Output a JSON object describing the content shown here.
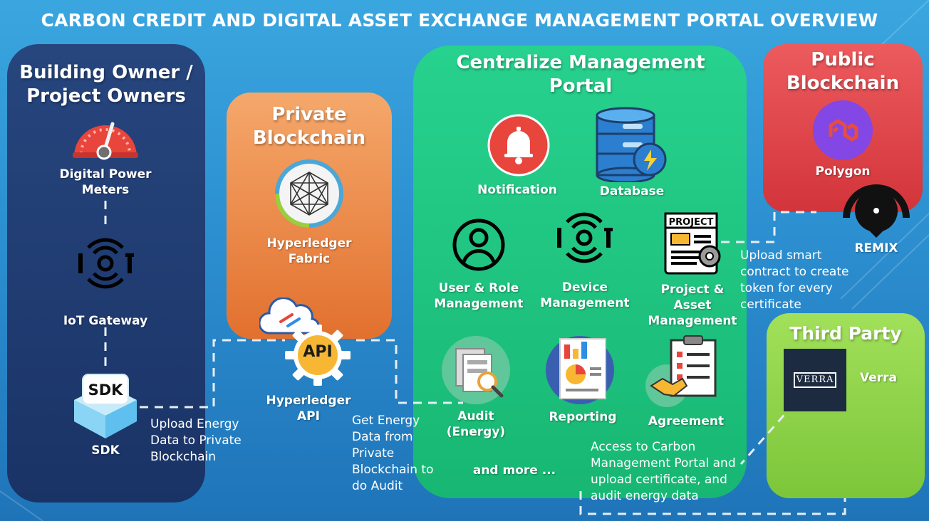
{
  "title": "CARBON CREDIT AND DIGITAL ASSET EXCHANGE MANAGEMENT PORTAL OVERVIEW",
  "owner_panel": {
    "heading_line1": "Building Owner /",
    "heading_line2": "Project Owners",
    "meter_line1": "Digital Power",
    "meter_line2": "Meters",
    "gateway": "IoT Gateway",
    "sdk_badge": "SDK",
    "sdk": "SDK"
  },
  "private_panel": {
    "heading_line1": "Private",
    "heading_line2": "Blockchain",
    "fabric_line1": "Hyperledger",
    "fabric_line2": "Fabric",
    "api_badge": "API",
    "api_line1": "Hyperledger",
    "api_line2": "API"
  },
  "central_panel": {
    "heading_line1": "Centralize Management",
    "heading_line2": "Portal",
    "notification": "Notification",
    "database": "Database",
    "user_line1": "User & Role",
    "user_line2": "Management",
    "device_line1": "Device",
    "device_line2": "Management",
    "project_badge": "PROJECT",
    "project_line1": "Project &",
    "project_line2": "Asset",
    "project_line3": "Management",
    "audit_line1": "Audit",
    "audit_line2": "(Energy)",
    "reporting": "Reporting",
    "agreement": "Agreement",
    "more": "and more ..."
  },
  "public_panel": {
    "heading_line1": "Public",
    "heading_line2": "Blockchain",
    "polygon": "Polygon",
    "remix": "REMIX"
  },
  "third_panel": {
    "heading": "Third Party",
    "verra_logo": "VERRA",
    "verra": "Verra"
  },
  "notes": {
    "upload_energy": [
      "Upload Energy",
      "Data to Private",
      "Blockchain"
    ],
    "get_energy": [
      "Get Energy",
      "Data from",
      "Private",
      "Blockchain to",
      "do Audit"
    ],
    "smart_contract": [
      "Upload smart",
      "contract to create",
      "token for every",
      "certificate"
    ],
    "access_portal": [
      "Access to Carbon",
      "Management Portal and",
      "upload certificate, and",
      "audit energy data"
    ]
  },
  "colors": {
    "owner": "#1f3b72",
    "private": "#ea8a4a",
    "central": "#20c882",
    "public": "#e0474b",
    "third": "#8fd24a",
    "polygon": "#8247e5"
  }
}
